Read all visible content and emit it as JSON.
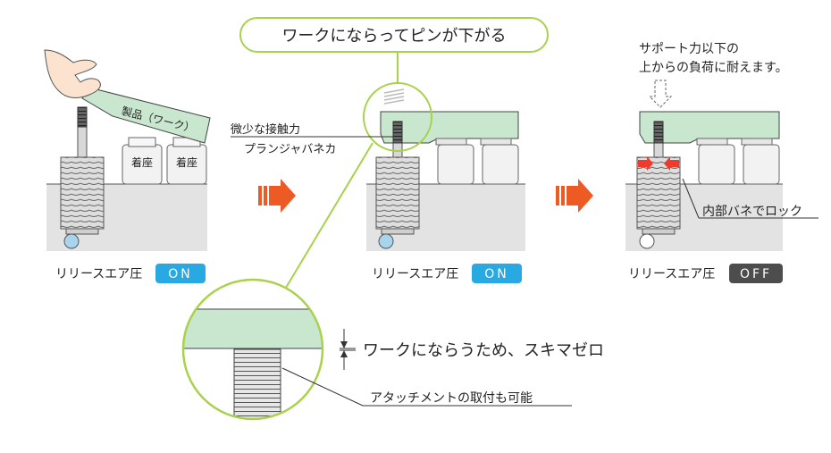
{
  "callout_title": "ワークにならってピンが下がる",
  "step1": {
    "product_label": "製品（ワーク）",
    "seat_labels": [
      "着座",
      "着座"
    ],
    "air_label": "リリースエア圧",
    "air_state": "ON"
  },
  "step2": {
    "note_lines": [
      "微少な接触力",
      "プランジャバネカ"
    ],
    "air_label": "リリースエア圧",
    "air_state": "ON"
  },
  "step3": {
    "support_lines": [
      "サポート力以下の",
      "上からの負荷に耐えます。"
    ],
    "lock_label": "内部バネでロック",
    "air_label": "リリースエア圧",
    "air_state": "OFF"
  },
  "zoom": {
    "gap_label": "ワークにならうため、スキマゼロ",
    "attachment_label": "アタッチメントの取付も可能"
  },
  "colors": {
    "work_green": "#c9e6cf",
    "callout_border": "#a8d24b",
    "badge_on": "#29a9e1",
    "badge_off": "#4d4d4d",
    "arrow_orange": "#ee5a24",
    "base_gray": "#e3e3e3",
    "ball_blue": "#a9d4ee"
  }
}
